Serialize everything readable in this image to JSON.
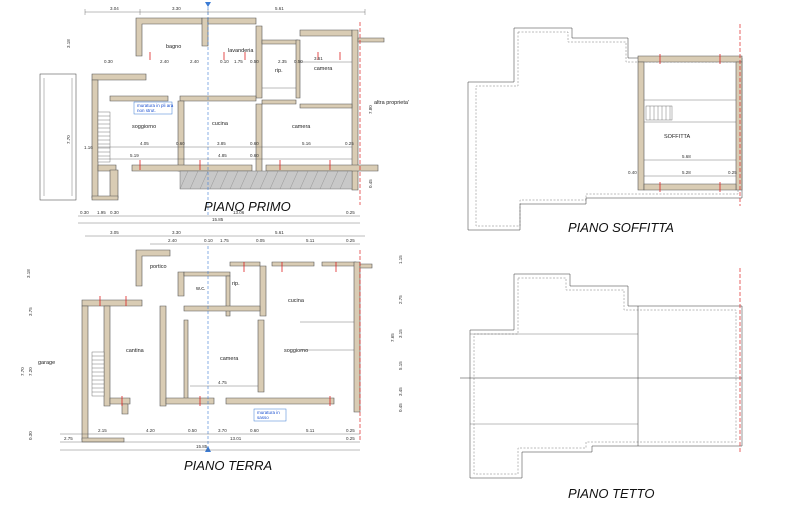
{
  "titles": {
    "first_floor": "PIANO PRIMO",
    "ground_floor": "PIANO TERRA",
    "attic": "PIANO SOFFITTA",
    "roof": "PIANO TETTO"
  },
  "first_floor_rooms": {
    "bagno": "bagno",
    "lavanderia": "lavanderia",
    "rip": "rip.",
    "camera_small": "camera",
    "soggiorno": "soggiorno",
    "cucina": "cucina",
    "camera": "camera",
    "altra": "altra proprieta'"
  },
  "ground_floor_rooms": {
    "portico": "portico",
    "wc": "w.c.",
    "rip": "rip.",
    "cucina": "cucina",
    "garage": "garage",
    "cantina": "cantina",
    "camera": "camera",
    "soggiorno": "soggiorno"
  },
  "attic_rooms": {
    "soffitta": "SOFFITTA"
  },
  "notes": {
    "first_line1": "muratura in pli ara",
    "first_line2": "non strut.",
    "ground_line1": "muratura in",
    "ground_line2": "sasso"
  },
  "dims_first": {
    "top_a": "3.04",
    "top_b": "3.30",
    "top_c": "5.61",
    "r1_a": "0.30",
    "r1_b": "2.40",
    "r1_c": "2.40",
    "r1_d": "0.10",
    "r1_e": "1.75",
    "r1_f": "0.50",
    "r1_g": "2.35",
    "r1_h": "0.50",
    "r1_i": "3.61",
    "mid_a": "4.05",
    "mid_b": "0.60",
    "mid_c": "3.85",
    "mid_d": "0.60",
    "mid_e": "5.16",
    "mid_f": "0.25",
    "mid2_a": "5.19",
    "mid2_b": "4.85",
    "mid2_c": "0.60",
    "bot_a": "0.30",
    "bot_b": "1.95",
    "bot_c": "0.30",
    "bot_d": "13.06",
    "bot_e": "0.25",
    "total": "15.85",
    "left_a": "3.18",
    "left_b": "7.70",
    "left_c": "1.16",
    "right_a": "7.80",
    "right_b": "0.45"
  },
  "dims_ground": {
    "top_a": "3.05",
    "top_b": "3.30",
    "top_c": "5.61",
    "r1_a": "2.40",
    "r1_b": "0.10",
    "r1_c": "1.75",
    "r1_d": "0.05",
    "r1_e": "5.11",
    "r1_f": "0.25",
    "mid_a": "4.75",
    "bot_a": "2.15",
    "bot_b": "4.20",
    "bot_c": "0.50",
    "bot_d": "3.70",
    "bot_e": "0.60",
    "bot_f": "5.11",
    "bot_g": "0.25",
    "total_a": "13.01",
    "total_b": "0.25",
    "total": "15.85",
    "left_a": "3.18",
    "left_b": "7.70",
    "left_c": "7.20",
    "left_d": "3.75",
    "left_e": "0.30",
    "left_f": "2.75",
    "right_a": "1.15",
    "right_b": "2.75",
    "right_c": "3.15",
    "right_d": "5.15",
    "right_e": "3.45",
    "right_f": "7.65",
    "right_g": "0.45"
  },
  "dims_attic": {
    "a": "5.68",
    "b": "5.28",
    "c": "0.40",
    "d": "0.25"
  },
  "colors": {
    "wall": "#d9ccb4",
    "axis_red": "#dd2222",
    "axis_blue": "#3a7bd5"
  }
}
